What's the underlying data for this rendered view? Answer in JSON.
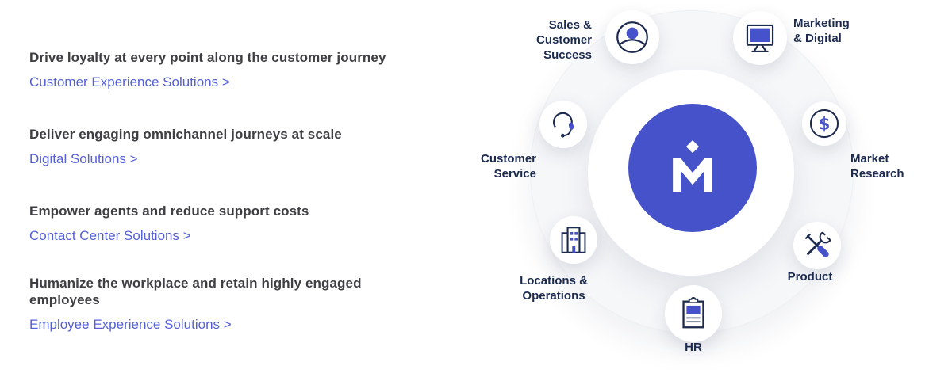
{
  "colors": {
    "accent_blue": "#4652c9",
    "navy_text": "#1b2a4e",
    "link_blue": "#5560d6",
    "heading_gray": "#3e3e43",
    "ring_gray": "#f6f7f9"
  },
  "solutions": [
    {
      "heading": "Drive loyalty at every point along the customer journey",
      "link": "Customer Experience Solutions >"
    },
    {
      "heading": "Deliver engaging omnichannel journeys at scale",
      "link": "Digital Solutions >"
    },
    {
      "heading": "Empower agents and reduce support costs",
      "link": "Contact Center Solutions >"
    },
    {
      "heading": "Humanize the workplace and retain highly engaged employees",
      "link": "Employee Experience Solutions >"
    }
  ],
  "diagram": {
    "center_logo": "Medallia M logo",
    "nodes": [
      {
        "label": "Sales &\nCustomer\nSuccess",
        "icon": "person-icon"
      },
      {
        "label": "Marketing\n& Digital",
        "icon": "monitor-icon"
      },
      {
        "label": "Market\nResearch",
        "icon": "dollar-icon"
      },
      {
        "label": "Product",
        "icon": "tools-icon"
      },
      {
        "label": "HR",
        "icon": "clipboard-icon"
      },
      {
        "label": "Locations &\nOperations",
        "icon": "building-icon"
      },
      {
        "label": "Customer\nService",
        "icon": "headset-icon"
      }
    ]
  }
}
